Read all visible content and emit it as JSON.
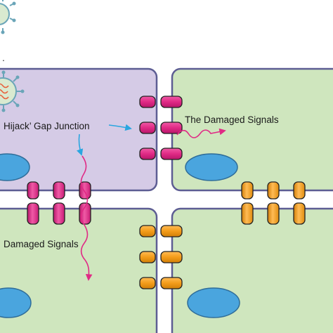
{
  "labels": {
    "hijack": "Hijack’ Gap Junction",
    "signal_right": "The Damaged Signals",
    "signal_left": "Damaged Signals"
  },
  "colors": {
    "infected_cell": "#d5cbe6",
    "healthy_cell": "#cfe6be",
    "cell_border": "#5d5d93",
    "nucleus": "#4aa5de",
    "hijacked_channel": "#e02a85",
    "normal_channel": "#f39c1a",
    "arrow": "#2aa6e0",
    "virus_body": "#d9ead0",
    "virus_spikes": "#6aa5b8",
    "virus_rna": "#e8603c"
  },
  "icons": [
    "virus-icon",
    "virus-icon-small"
  ]
}
